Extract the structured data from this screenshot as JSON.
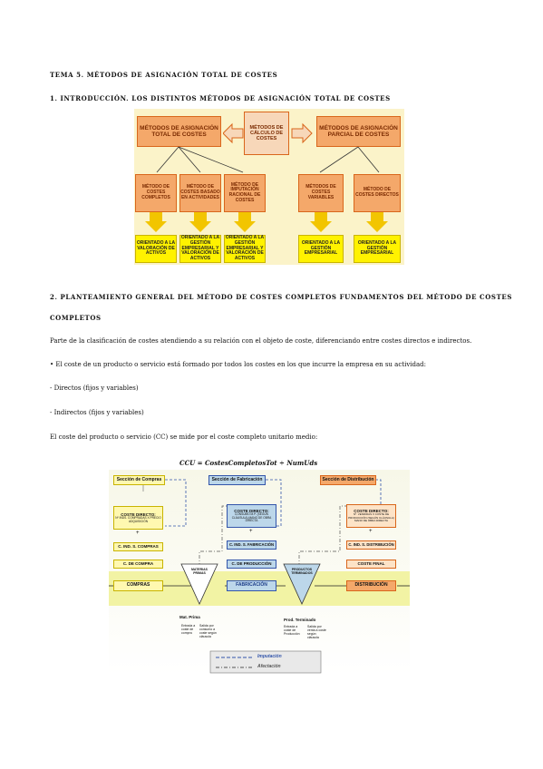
{
  "title": "TEMA 5. MÉTODOS DE ASIGNACIÓN TOTAL DE COSTES",
  "section1": "1.     INTRODUCCIÓN. LOS DISTINTOS MÉTODOS DE ASIGNACIÓN TOTAL DE COSTES",
  "fig1": {
    "left_header": "MÉTODOS DE ASIGNACIÓN TOTAL DE COSTES",
    "center": "MÉTODOS DE CÁLCULO DE COSTES",
    "right_header": "MÉTODOS DE ASIGNACIÓN PARCIAL DE COSTES",
    "m1": "MÉTODO DE COSTES COMPLETOS",
    "m2": "MÉTODO DE COSTES BASADO EN ACTIVIDADES",
    "m3": "MÉTODO DE IMPUTACIÓN RACIONAL DE COSTES",
    "m4": "MÉTODOS DE COSTES VARIABLES",
    "m5": "MÉTODO DE COSTES DIRECTOS",
    "o1": "ORIENTADO A LA VALORACIÓN DE ACTIVOS",
    "o2": "ORIENTADO A LA GESTIÓN EMPRESARIAL Y VALORACIÓN DE ACTIVOS",
    "o3": "ORIENTADO A LA GESTIÓN EMPRESARIAL Y VALORACIÓN DE ACTIVOS",
    "o4": "ORIENTADO A LA GESTIÓN EMPRESARIAL",
    "o5": "ORIENTADO A LA GESTIÓN EMPRESARIAL"
  },
  "section2_line1": "2. PLANTEAMIENTO GENERAL DEL MÉTODO DE COSTES COMPLETOS FUNDAMENTOS DEL MÉTODO DE COSTES",
  "section2_line2": "COMPLETOS",
  "p1": "Parte de la clasificación de costes atendiendo a su relación con el objeto de coste, diferenciando entre costes directos e indirectos.",
  "p2": "• El coste de un producto o servicio está formado por todos los costes en los que incurre la empresa en su actividad:",
  "p3": "- Directos (fijos y variables)",
  "p4": "- Indirectos (fijos y variables)",
  "p5": "El coste del producto o servicio (CC) se mide por el coste completo unitario medio:",
  "formula": "CCU = CostesCompletosTot ÷ NumUds",
  "fig2": {
    "sec_compras": "Sección de Compras",
    "sec_fab": "Sección de Fabricación",
    "sec_dist": "Sección de Distribución",
    "cd1": "COSTE DIRECTO:",
    "cd1_sub": "Nº INDS. COMPRADAS X PRECIO ADQUISICIÓN",
    "cd2": "COSTE DIRECTO:",
    "cd2_sub": "CONSUMO M.P. (SEGÚN CLÁUSULA) MANO DE OBRA DIRECTA",
    "cd3": "COSTE DIRECTO:",
    "cd3_sub": "Nº. VENDIDAS X COSTE DE PRODUCCIÓN (SEGÚN CLÁUSULA) MANO DE OBRA DIRECTA",
    "plus": "+",
    "ci1": "C. IND. S. COMPRAS",
    "ci2": "C. IND. S. FABRICACIÓN",
    "ci3": "C. IND. S. DISTRIBUCIÓN",
    "cc": "C. DE COMPRA",
    "cp": "C. DE PRODUCCIÓN",
    "cf": "COSTE FINAL",
    "compras": "COMPRAS",
    "fabricacion": "FABRICACIÓN",
    "distribucion": "DISTRIBUCIÓN",
    "mp": "MATERIAS PRIMAS",
    "pt": "PRODUCTOS TERMINADOS",
    "mat_prima": "Mat. Prima",
    "mp_in": "Entrada a coste de compra",
    "mp_out": "Salida por consumo a coste según cláusula",
    "prod_term": "Prod. Terminado",
    "pt_in": "Entrada a coste de Producción",
    "pt_out": "Salida por venta a coste según cláusula",
    "imputacion": "Imputación",
    "afectacion": "Afectación"
  }
}
